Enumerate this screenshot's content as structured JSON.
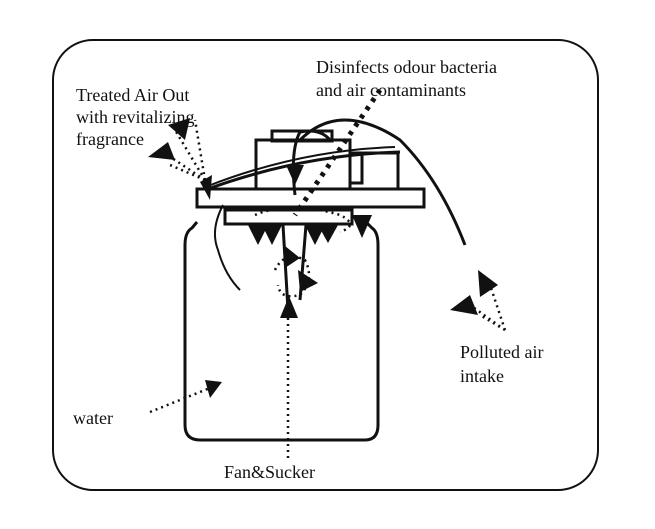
{
  "labels": {
    "treated_air_line1": "Treated Air Out",
    "treated_air_line2": "with revitalizing",
    "treated_air_line3": "fragrance",
    "disinfects_line1": "Disinfects odour bacteria",
    "disinfects_line2": "and air contaminants",
    "polluted_line1": "Polluted air",
    "polluted_line2": "intake",
    "water": "water",
    "fan": "Fan&Sucker"
  }
}
